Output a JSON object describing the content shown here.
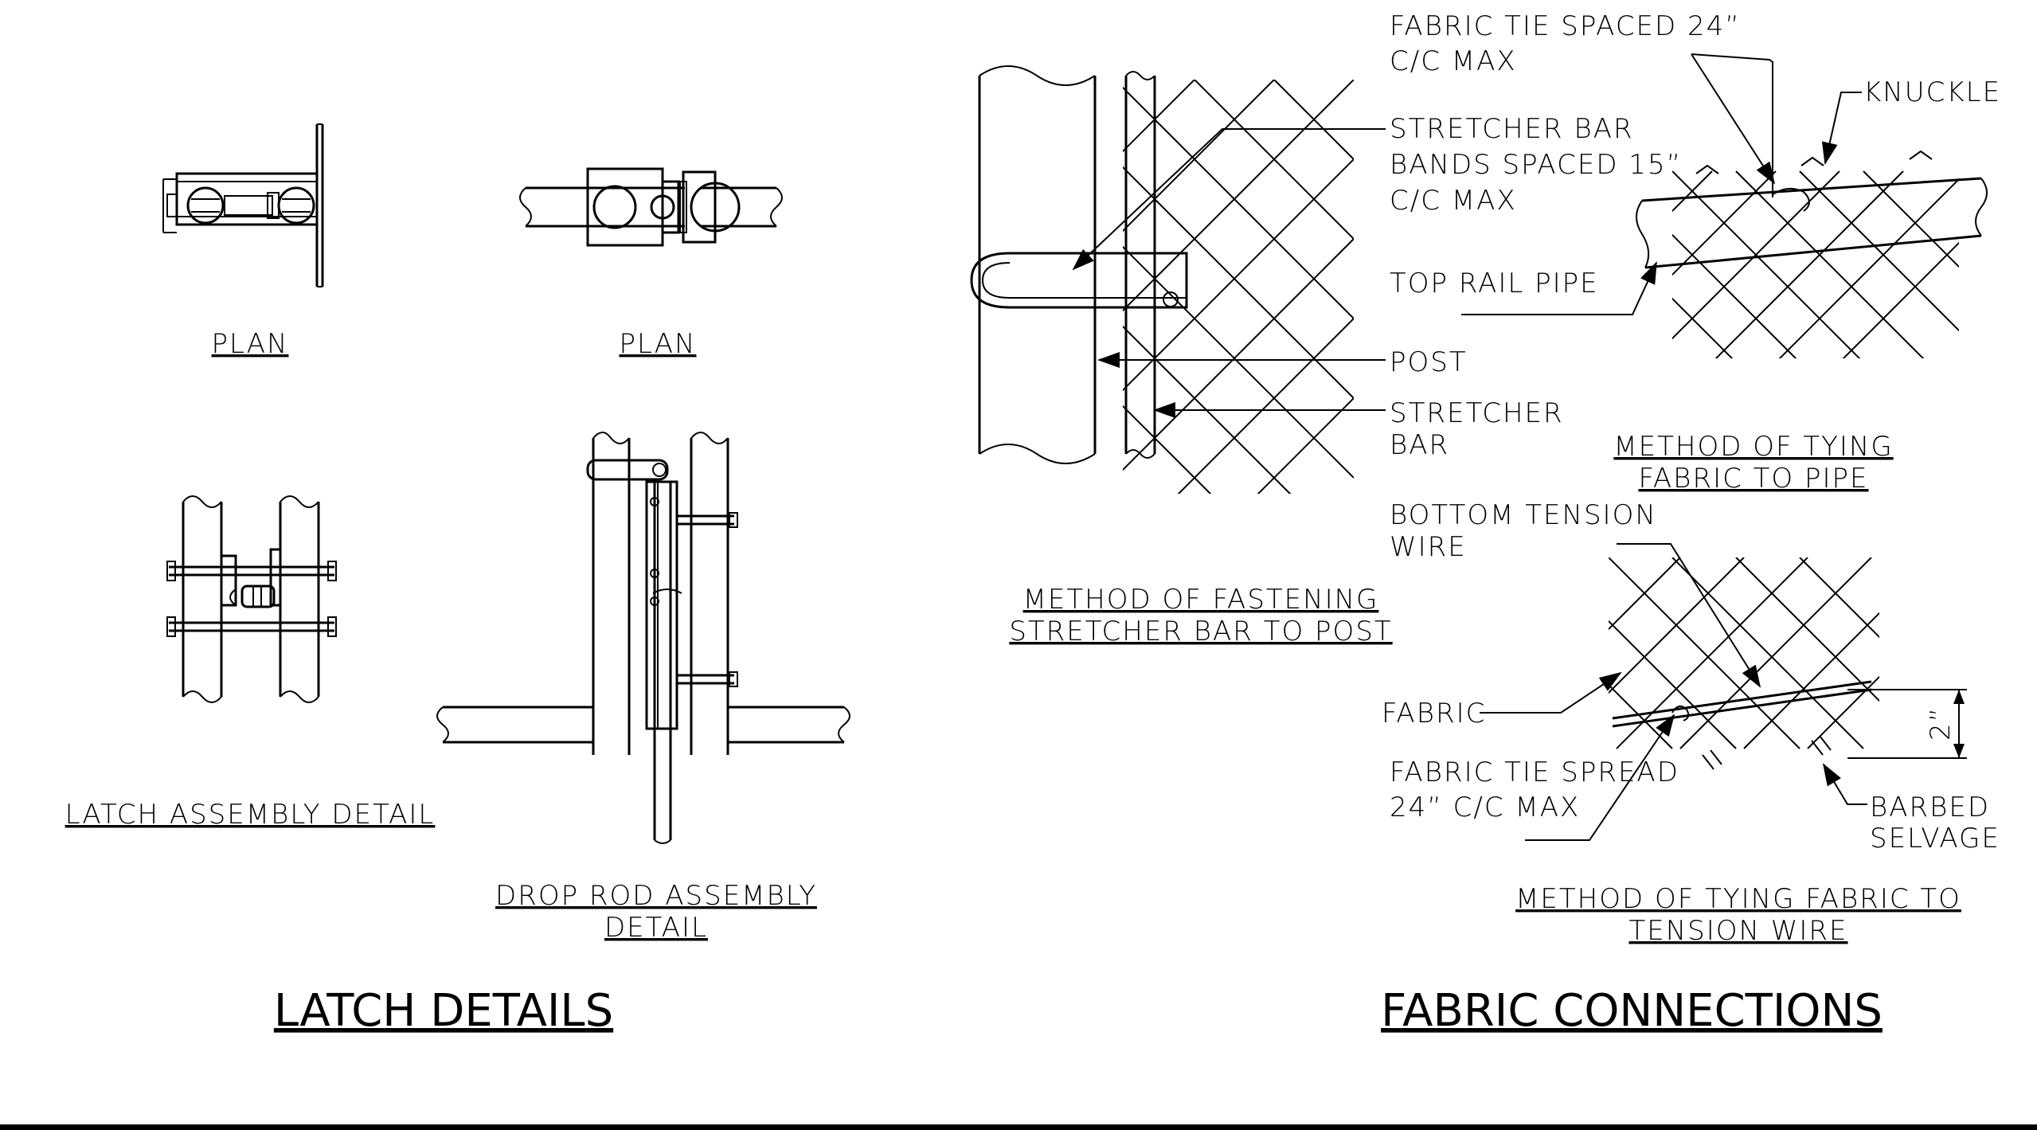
{
  "latch": {
    "plan_left": "PLAN",
    "plan_right": "PLAN",
    "latch_caption": "LATCH ASSEMBLY DETAIL",
    "drop_rod_line1": "DROP ROD ASSEMBLY",
    "drop_rod_line2": "DETAIL",
    "title": "LATCH DETAILS"
  },
  "fabric": {
    "tie_spaced_l1": "FABRIC TIE SPACED 24”",
    "tie_spaced_l2": "C/C MAX",
    "knuckle": "KNUCKLE",
    "stretcher_bands_l1": "STRETCHER BAR",
    "stretcher_bands_l2": "BANDS SPACED 15”",
    "stretcher_bands_l3": "C/C MAX",
    "top_rail": "TOP RAIL PIPE",
    "post": "POST",
    "stretcher_bar_l1": "STRETCHER",
    "stretcher_bar_l2": "BAR",
    "tying_pipe_l1": "METHOD OF TYING",
    "tying_pipe_l2": "FABRIC TO PIPE",
    "fastening_l1": "METHOD OF FASTENING",
    "fastening_l2": "STRETCHER BAR TO POST",
    "bottom_wire_l1": "BOTTOM TENSION",
    "bottom_wire_l2": "WIRE",
    "fabric": "FABRIC",
    "tie_spread_l1": "FABRIC TIE SPREAD",
    "tie_spread_l2": "24” C/C MAX",
    "dim_2in": "2”",
    "barbed_l1": "BARBED",
    "barbed_l2": "SELVAGE",
    "tying_wire_l1": "METHOD OF TYING FABRIC TO",
    "tying_wire_l2": "TENSION WIRE",
    "title": "FABRIC CONNECTIONS"
  }
}
